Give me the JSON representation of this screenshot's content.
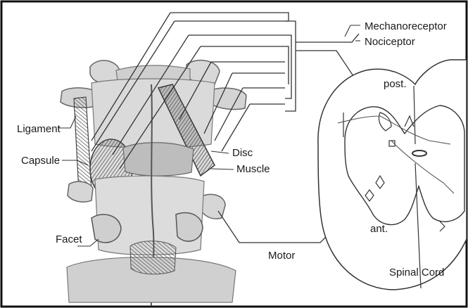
{
  "diagram": {
    "labels": {
      "mechanoreceptor": "Mechanoreceptor",
      "nociceptor": "Nociceptor",
      "posterior": "post.",
      "anterior": "ant.",
      "spinal_cord": "Spinal Cord",
      "ligament": "Ligament",
      "capsule": "Capsule",
      "facet": "Facet",
      "disc": "Disc",
      "muscle": "Muscle",
      "motor": "Motor"
    },
    "colors": {
      "background": "#ffffff",
      "ink": "#1a1a1a",
      "bone": "#d6d6d6",
      "bone_shadow": "#8a8a8a",
      "muscle": "#6e6e6e",
      "frame": "#111111"
    }
  }
}
